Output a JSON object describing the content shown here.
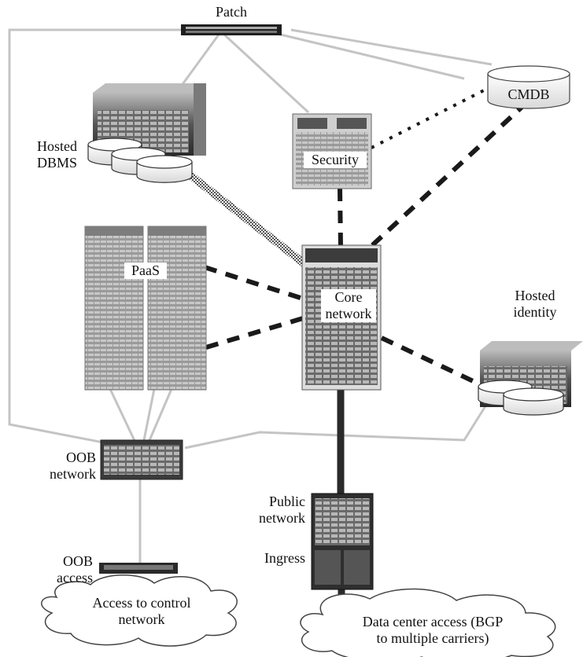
{
  "labels": {
    "patch": "Patch",
    "hosted_dbms": "Hosted\nDBMS",
    "security": "Security",
    "cmdb": "CMDB",
    "paas": "PaaS",
    "core_network": "Core\nnetwork",
    "hosted_identity": "Hosted\nidentity",
    "oob_network": "OOB\nnetwork",
    "public_network": "Public\nnetwork",
    "ingress": "Ingress",
    "oob_access": "OOB\naccess",
    "access_control_network": "Access to control\nnetwork",
    "data_center_access": "Data center access (BGP\nto multiple carriers)"
  },
  "colors": {
    "thin_link": "#c4c4c4",
    "dashed_link": "#1a1a1a",
    "device_dark": "#3a3a3a",
    "device_light": "#d6d6d6"
  }
}
